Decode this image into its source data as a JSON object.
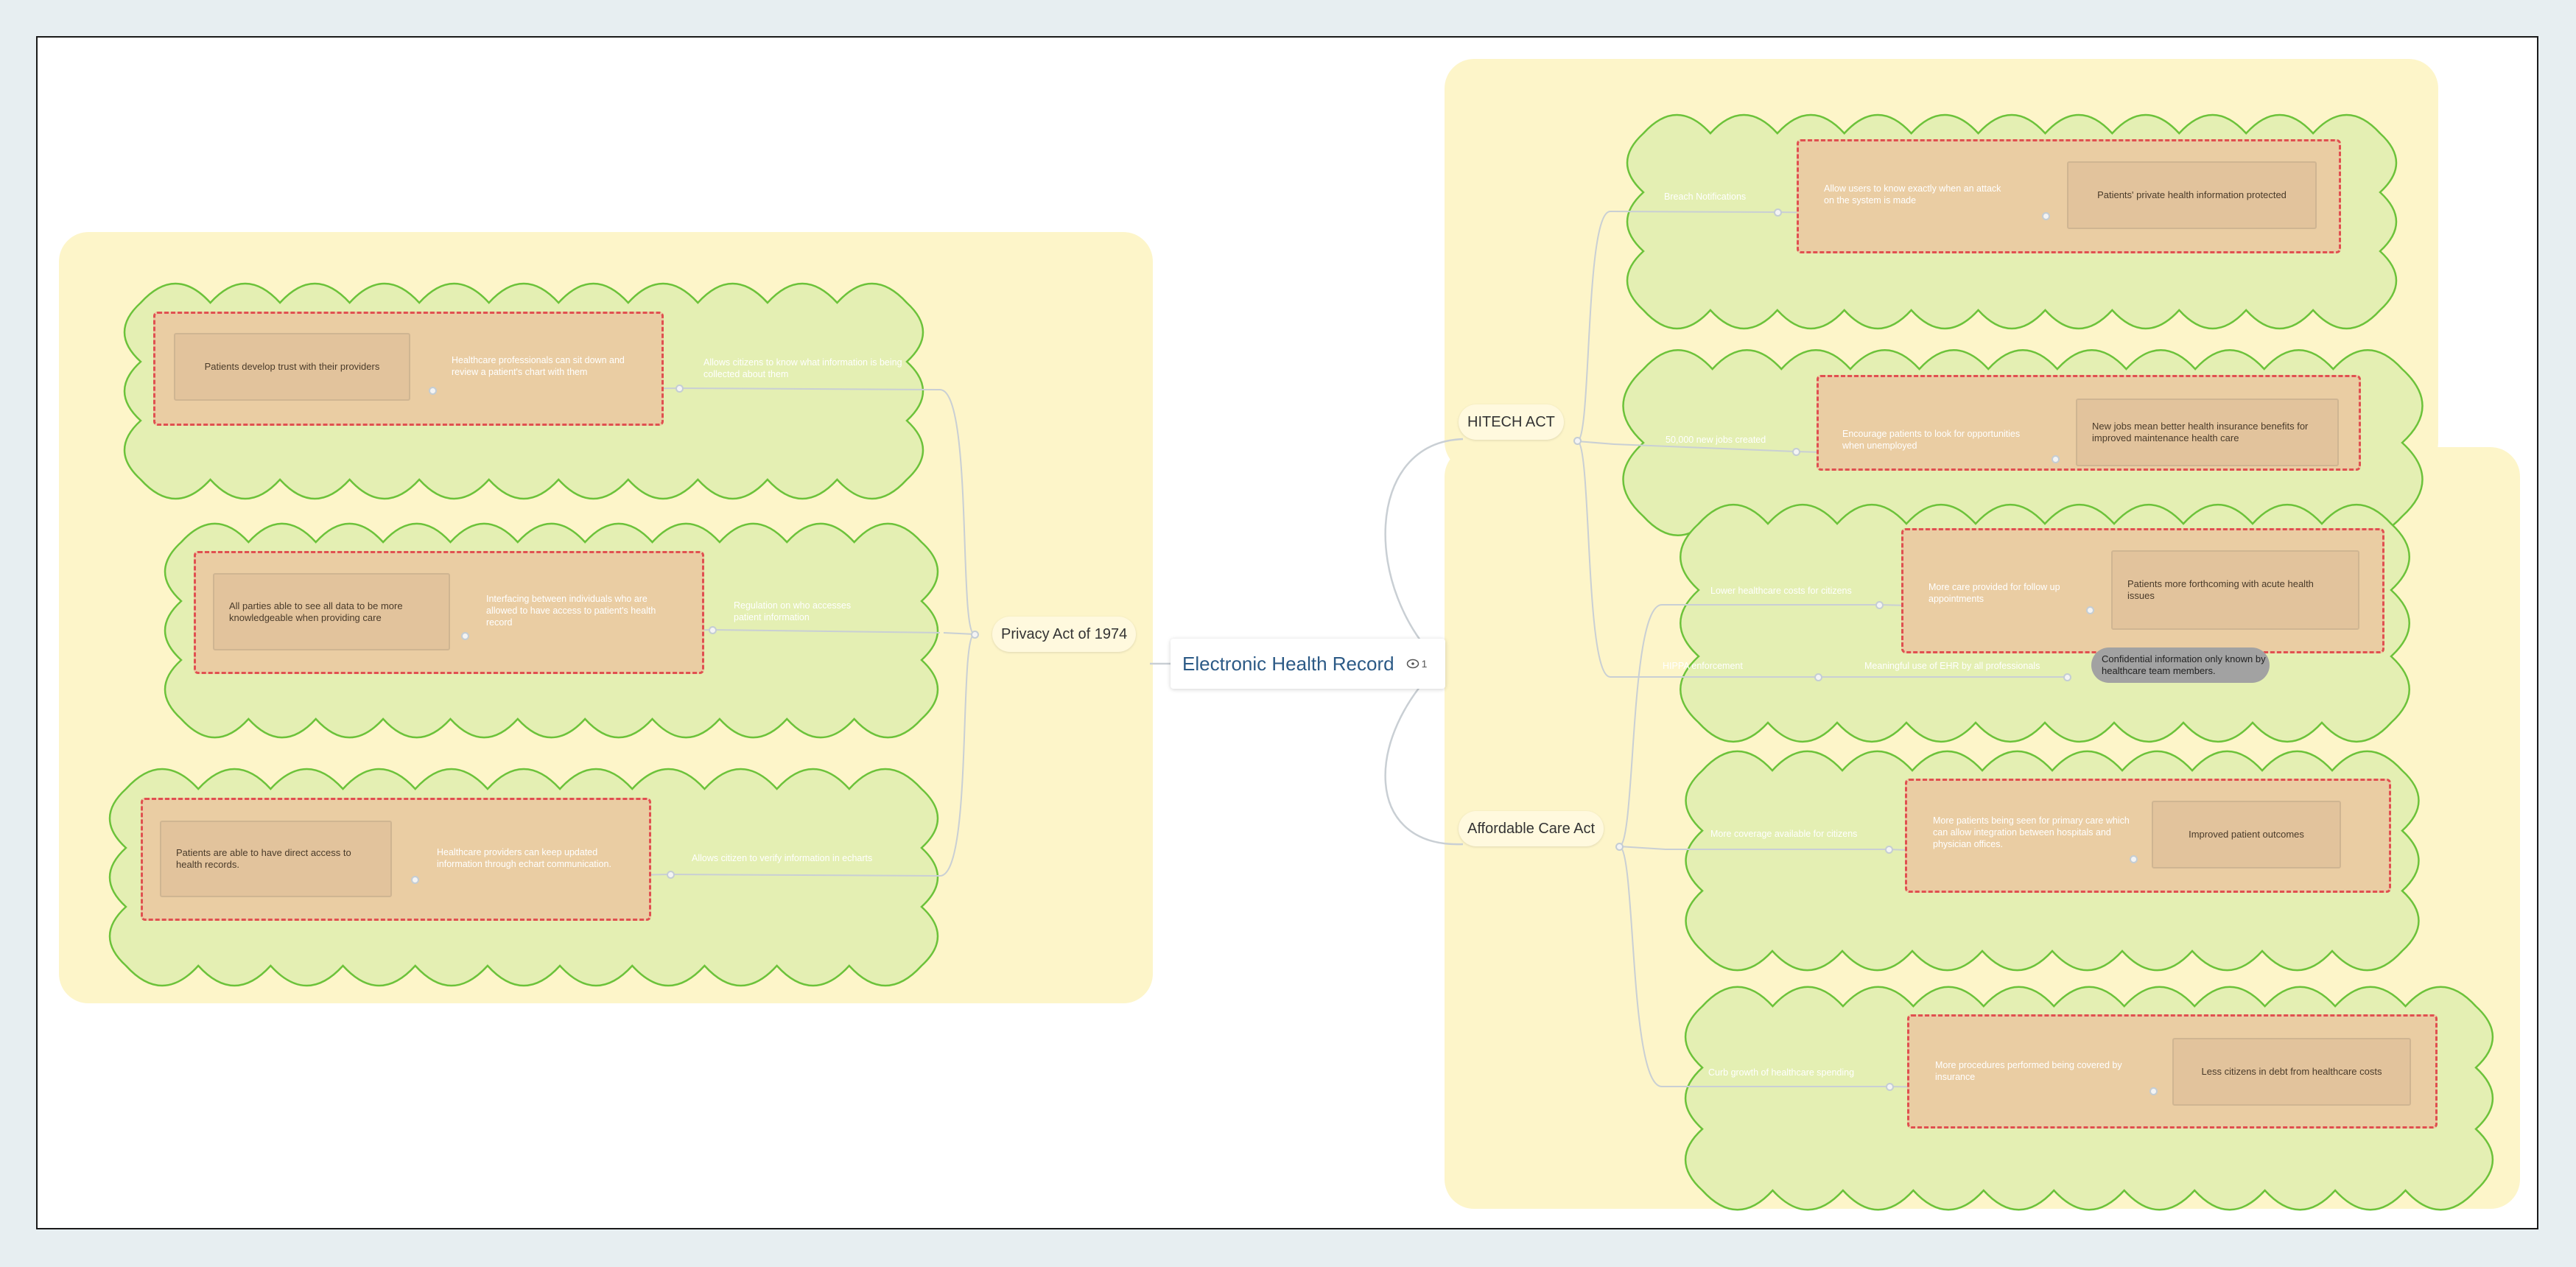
{
  "central": {
    "title": "Electronic Health Record",
    "comment_count": "1",
    "icon": "comment-icon"
  },
  "topics": {
    "privacy": "Privacy Act of 1974",
    "hitech": "HITECH ACT",
    "aca": "Affordable Care Act"
  },
  "privacy_branches": [
    {
      "label": "Allows citizens to know what information is being collected about them",
      "cause": "Healthcare professionals can sit down and review a patient's chart with them",
      "outcome": "Patients develop trust with their providers"
    },
    {
      "label": "Regulation on who accesses patient information",
      "cause": "Interfacing between individuals who are allowed to have access to patient's health record",
      "outcome": "All parties able to see all data to be more knowledgeable when providing care"
    },
    {
      "label": "Allows citizen to verify information in echarts",
      "cause": "Healthcare providers can keep updated information through echart communication.",
      "outcome": "Patients are able to have direct access to health records."
    }
  ],
  "hitech_branches": [
    {
      "label": "Breach Notifications",
      "cause": "Allow users to know exactly when an attack on the system is made",
      "outcome": "Patients' private health information protected"
    },
    {
      "label": "50,000 new jobs created",
      "cause": "Encourage patients to look for opportunities when unemployed",
      "outcome": "New jobs mean better health insurance benefits for improved maintenance health care"
    },
    {
      "label": "HIPPA enforcement",
      "cause": "Meaningful use of EHR by all professionals",
      "outcome": "Confidential information only known by healthcare team members."
    }
  ],
  "aca_branches": [
    {
      "label": "Lower healthcare costs for citizens",
      "cause": "More care provided for follow up appointments",
      "outcome": "Patients more forthcoming with acute health issues"
    },
    {
      "label": "More coverage available for citizens",
      "cause": "More patients being seen for primary care which can allow integration between hospitals and physician offices.",
      "outcome": "Improved patient outcomes"
    },
    {
      "label": "Curb growth of healthcare spending",
      "cause": "More procedures performed being covered by insurance",
      "outcome": "Less citizens in debt from healthcare costs"
    }
  ],
  "colors": {
    "zone": "#fdf5c9",
    "cloud_fill": "#e4efb3",
    "cloud_stroke": "#6cc23a",
    "box_fill": "#eacda3",
    "box_border": "#e05050",
    "central_text": "#2c5a86"
  }
}
